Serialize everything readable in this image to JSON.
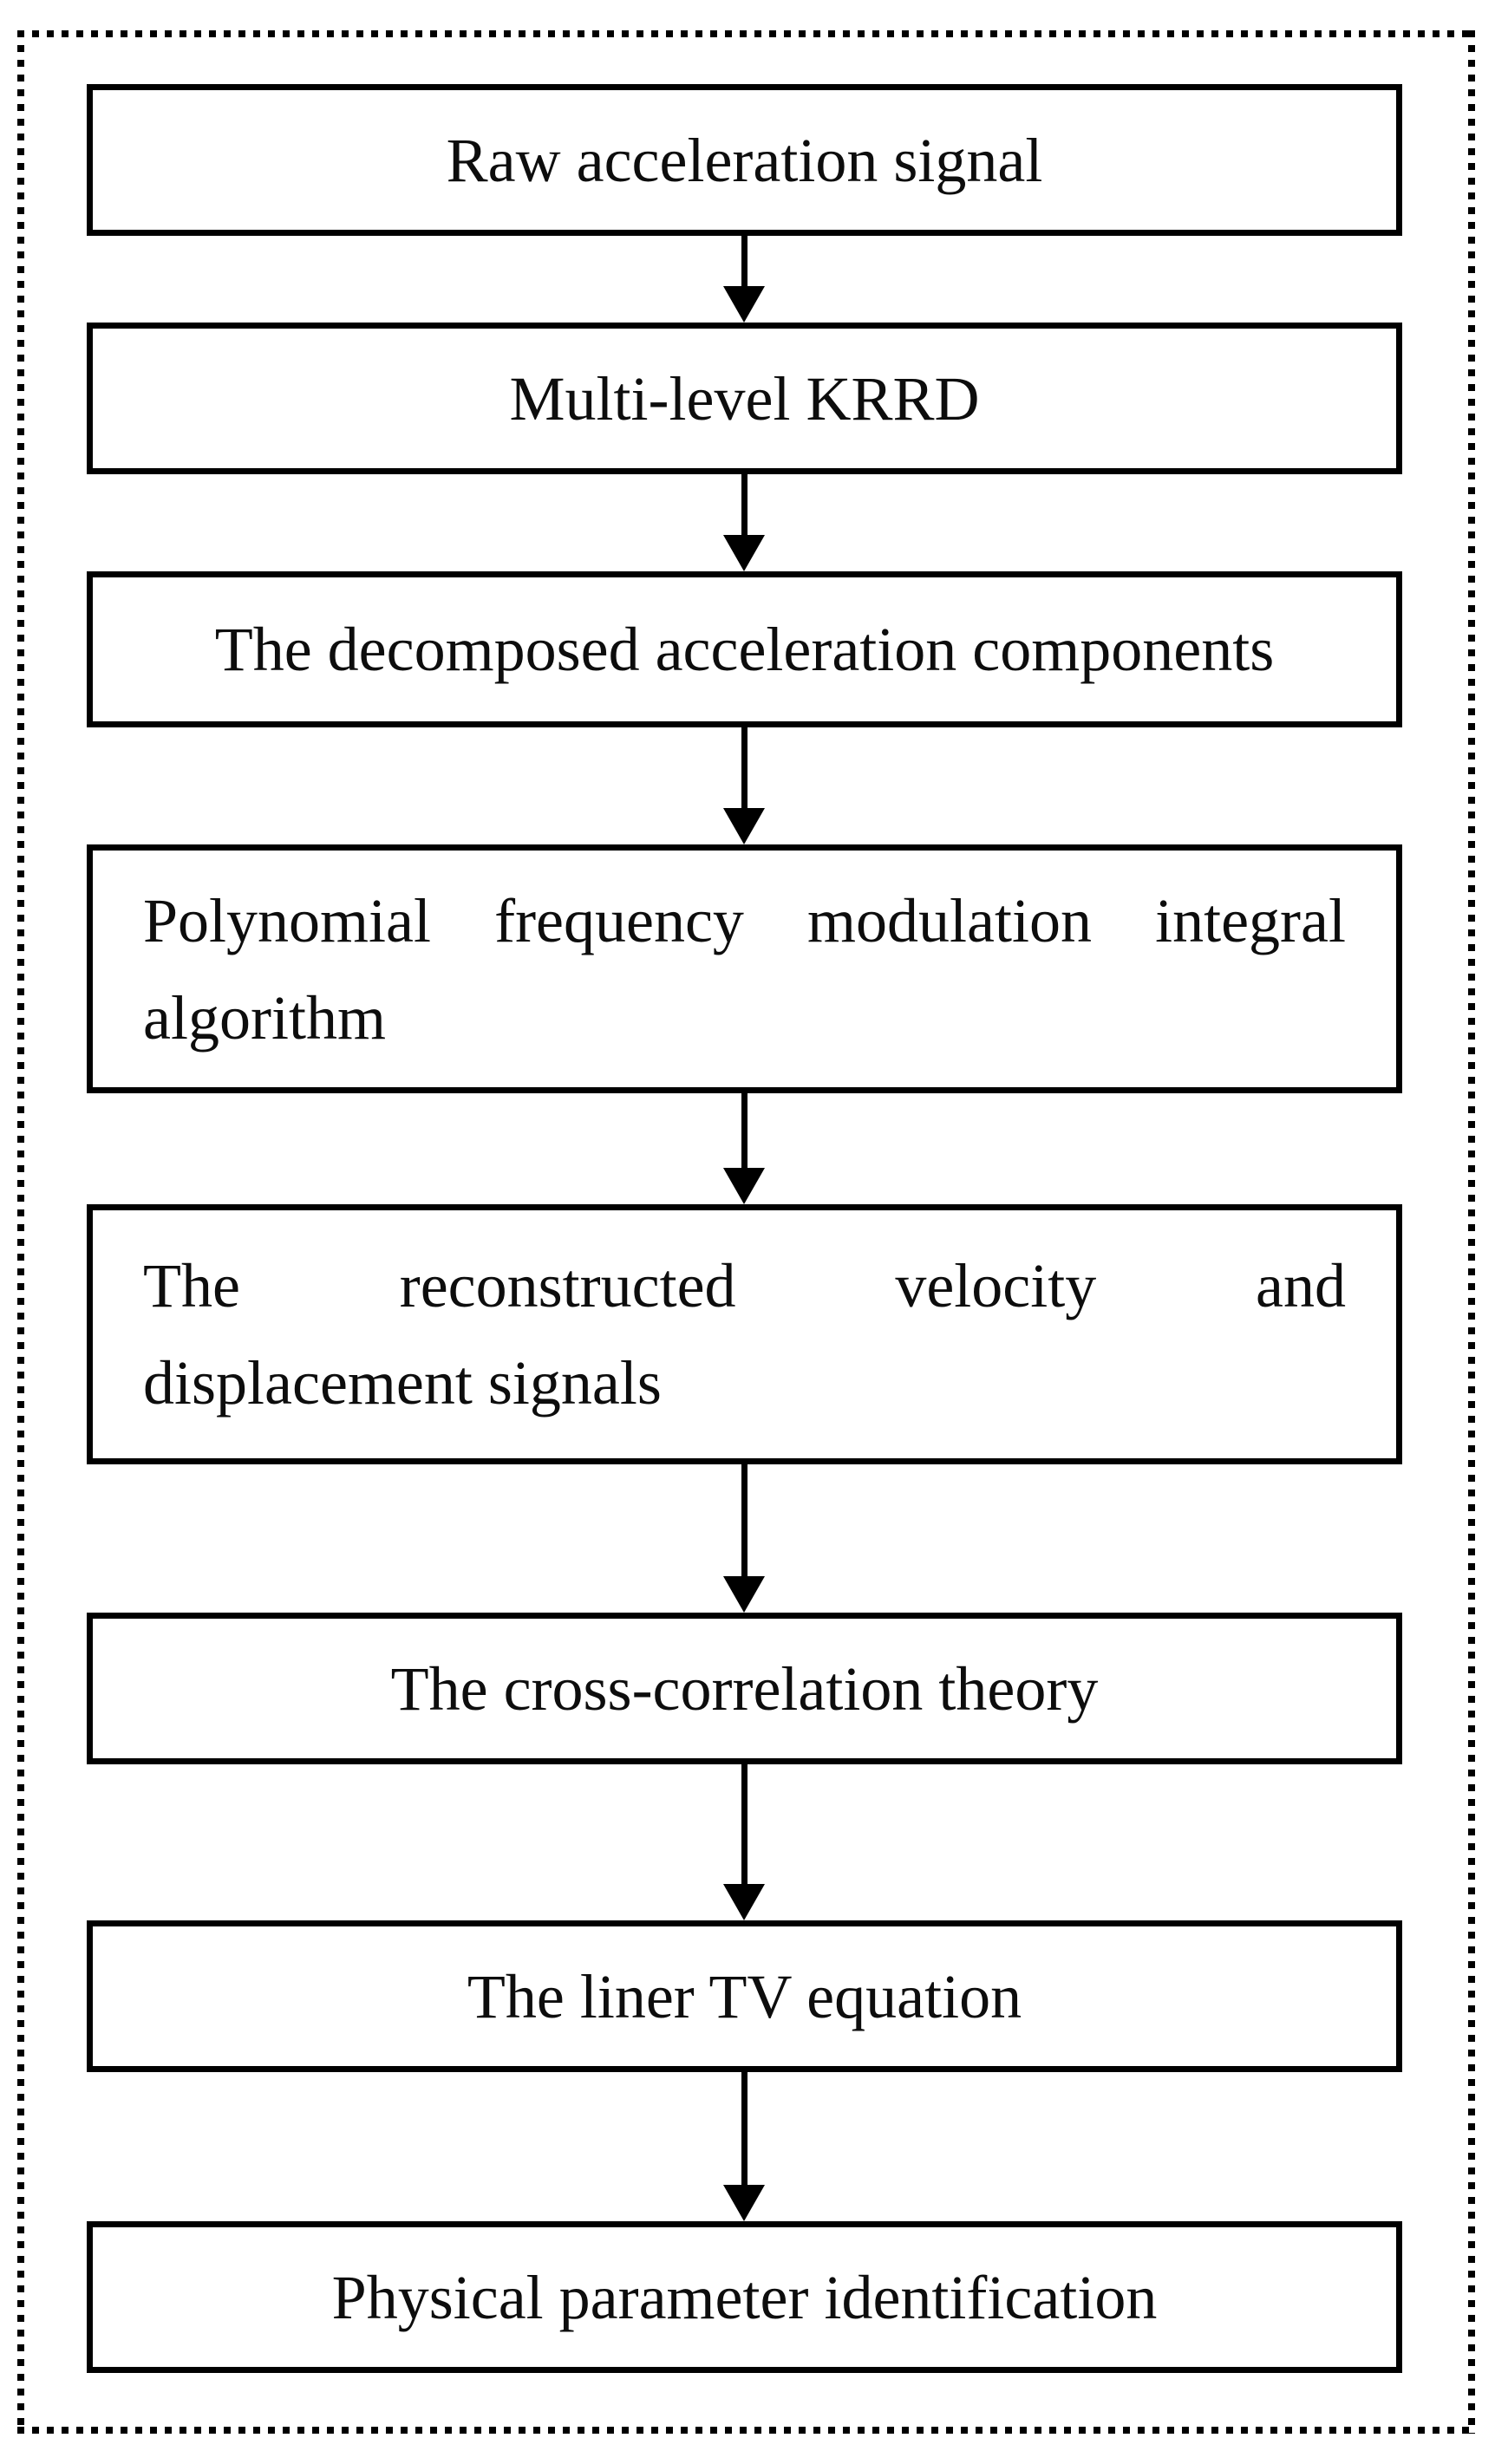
{
  "flowchart": {
    "direction": "top-to-bottom",
    "boxes": [
      {
        "text": "Raw acceleration signal"
      },
      {
        "text": "Multi-level KRRD"
      },
      {
        "text": "The decomposed acceleration components"
      },
      {
        "line1": "Polynomial frequency modulation integral",
        "line2": "algorithm"
      },
      {
        "line1": "The reconstructed velocity and",
        "line2": "displacement signals"
      },
      {
        "text": "The cross-correlation theory"
      },
      {
        "text": "The liner TV equation"
      },
      {
        "text": "Physical parameter identification"
      }
    ],
    "colors": {
      "box_border": "#000000",
      "frame_border": "#000000",
      "arrow": "#000000",
      "text": "#0d0d0d",
      "background": "#ffffff"
    }
  }
}
